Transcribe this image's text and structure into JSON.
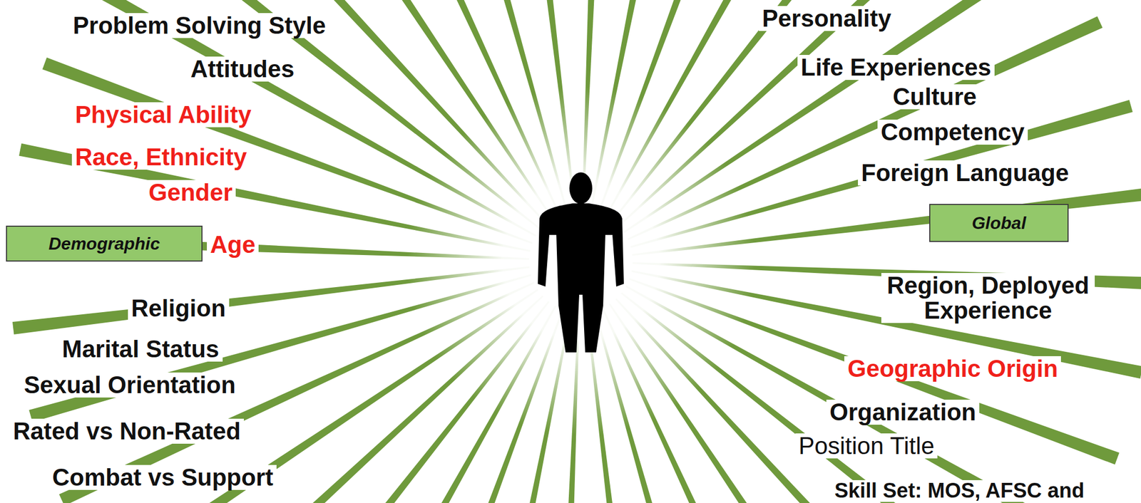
{
  "diagram": {
    "nodes": [
      {
        "text": [
          "Demographic"
        ]
      },
      {
        "text": [
          "Global"
        ]
      }
    ],
    "labels": [
      "Problem Solving Style",
      "Attitudes",
      "Physical Ability",
      "Race, Ethnicity",
      "Gender",
      "Age",
      "Religion",
      "Marital Status",
      "Sexual Orientation",
      "Rated vs Non-Rated",
      "Combat vs Support",
      "Personality",
      "Life Experiences",
      "Culture",
      "Competency",
      "Foreign Language",
      "Region, Deployed Experience",
      "Geographic Origin",
      "Organization",
      "Position Title",
      "Skill Set: MOS, AFSC and"
    ]
  }
}
